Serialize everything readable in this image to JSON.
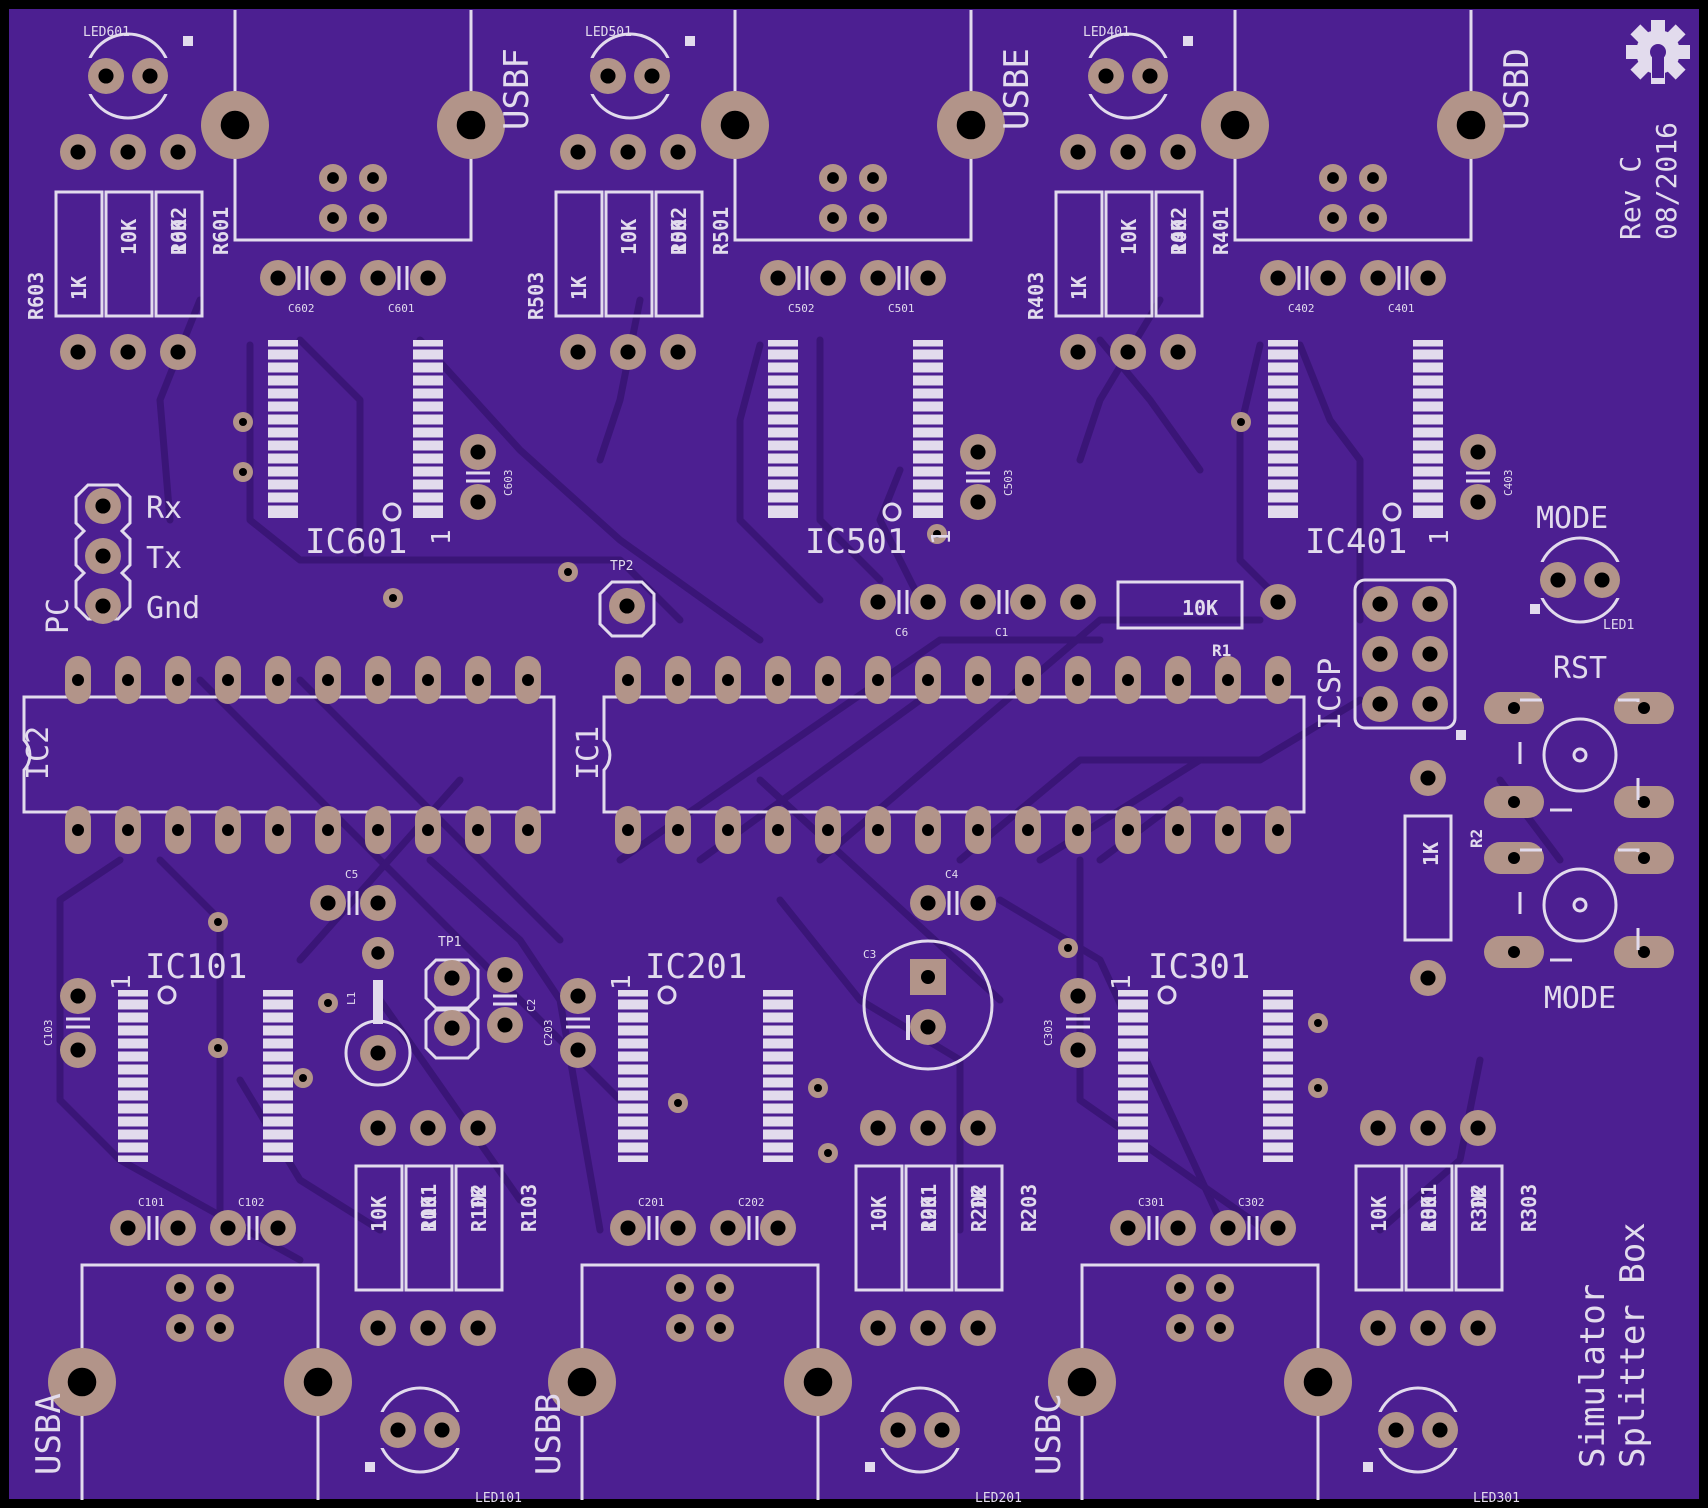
{
  "board": {
    "colors": {
      "board": "#4c1f91",
      "trace": "#3a1577",
      "pad": "#b29489",
      "silk": "#e2dbed",
      "drill": "#000000",
      "outline": "#000000"
    },
    "usb_labels": [
      "USBA",
      "USBB",
      "USBC",
      "USBD",
      "USBE",
      "USBF"
    ],
    "led_labels": [
      "LED101",
      "LED201",
      "LED301",
      "LED401",
      "LED501",
      "LED601",
      "LED1"
    ],
    "ic_labels": [
      "IC101",
      "IC201",
      "IC301",
      "IC401",
      "IC501",
      "IC601",
      "IC1",
      "IC2"
    ],
    "pin1_mark": "1",
    "resistor_labels": [
      "R101",
      "R102",
      "R103",
      "R201",
      "R202",
      "R203",
      "R301",
      "R302",
      "R303",
      "R401",
      "R402",
      "R403",
      "R501",
      "R502",
      "R503",
      "R601",
      "R602",
      "R603",
      "R1",
      "R2"
    ],
    "resistor_values": [
      "1K",
      "10K",
      "10K",
      "1K"
    ],
    "cap_labels": [
      "C101",
      "C102",
      "C103",
      "C201",
      "C202",
      "C203",
      "C301",
      "C302",
      "C303",
      "C401",
      "C402",
      "C403",
      "C501",
      "C502",
      "C503",
      "C601",
      "C602",
      "C603",
      "C1",
      "C2",
      "C3",
      "C4",
      "C5",
      "C6"
    ],
    "header": {
      "label": "PC",
      "pins": [
        "Rx",
        "Tx",
        "Gnd"
      ]
    },
    "icsp_label": "ICSP",
    "tp_labels": [
      "TP1",
      "TP2"
    ],
    "l1_label": "L1",
    "buttons": [
      "RST",
      "MODE"
    ],
    "mode_led_label": "MODE",
    "rev": [
      "Rev C",
      "08/2016"
    ],
    "title": [
      "Simulator",
      "Splitter Box"
    ],
    "logo_icon": "gear-icon"
  }
}
